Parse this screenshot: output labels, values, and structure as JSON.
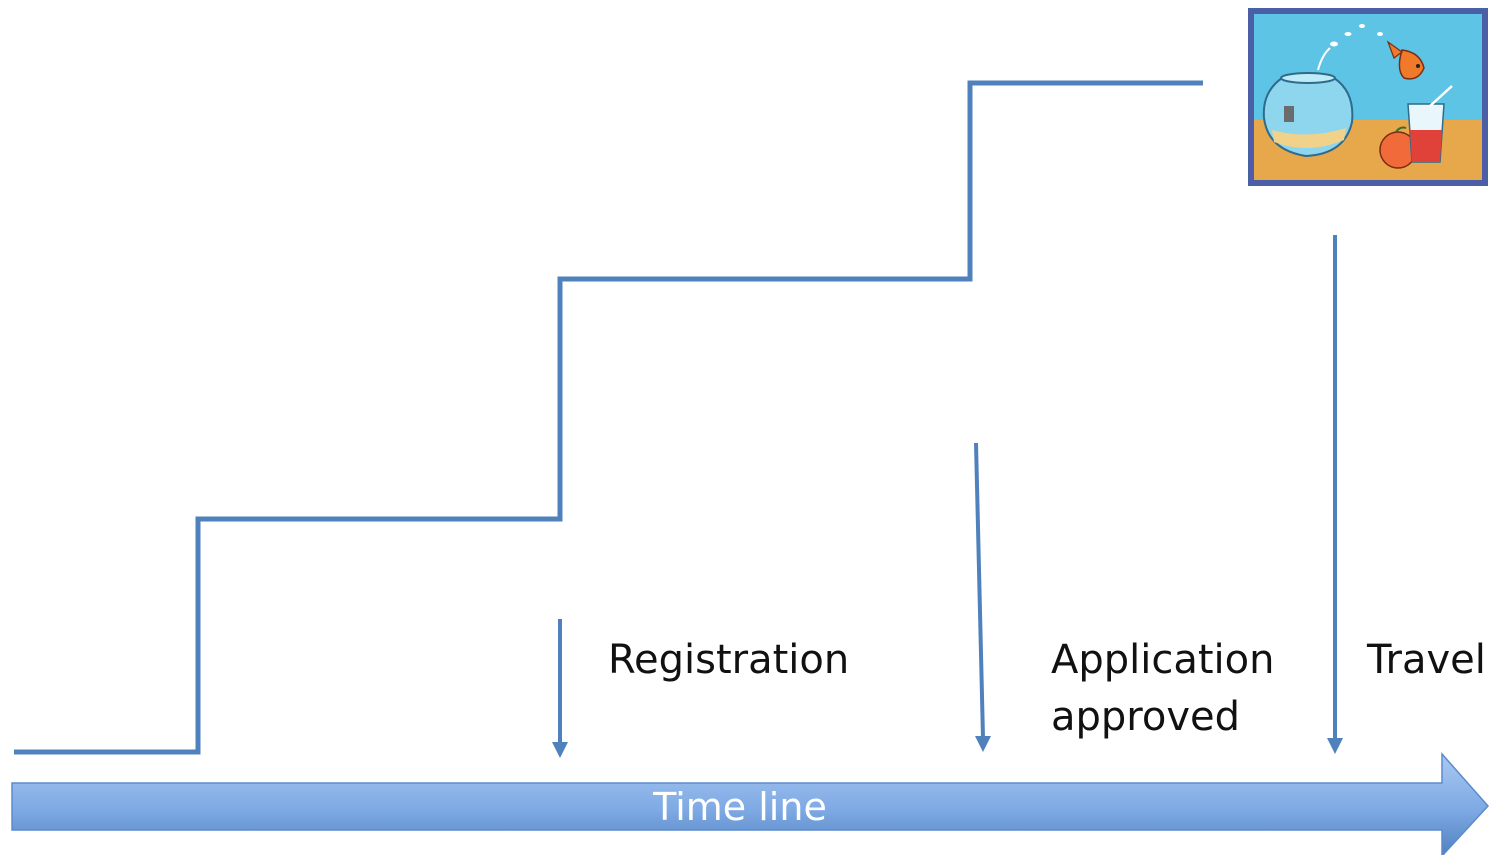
{
  "timeline": {
    "label": "Time line"
  },
  "milestones": {
    "registration": "Registration",
    "application_line1": "Application",
    "application_line2": "approved",
    "travel": "Travel"
  },
  "picture": {
    "icon": "goldfish-jumping-from-bowl-into-glass-icon"
  },
  "colors": {
    "line": "#4f81bd",
    "arrow_light": "#9ec0ee",
    "arrow_dark": "#4f81bd",
    "picture_frame": "#4a5fa6",
    "picture_sky": "#5ec4e6",
    "picture_sand": "#e6a84a"
  }
}
